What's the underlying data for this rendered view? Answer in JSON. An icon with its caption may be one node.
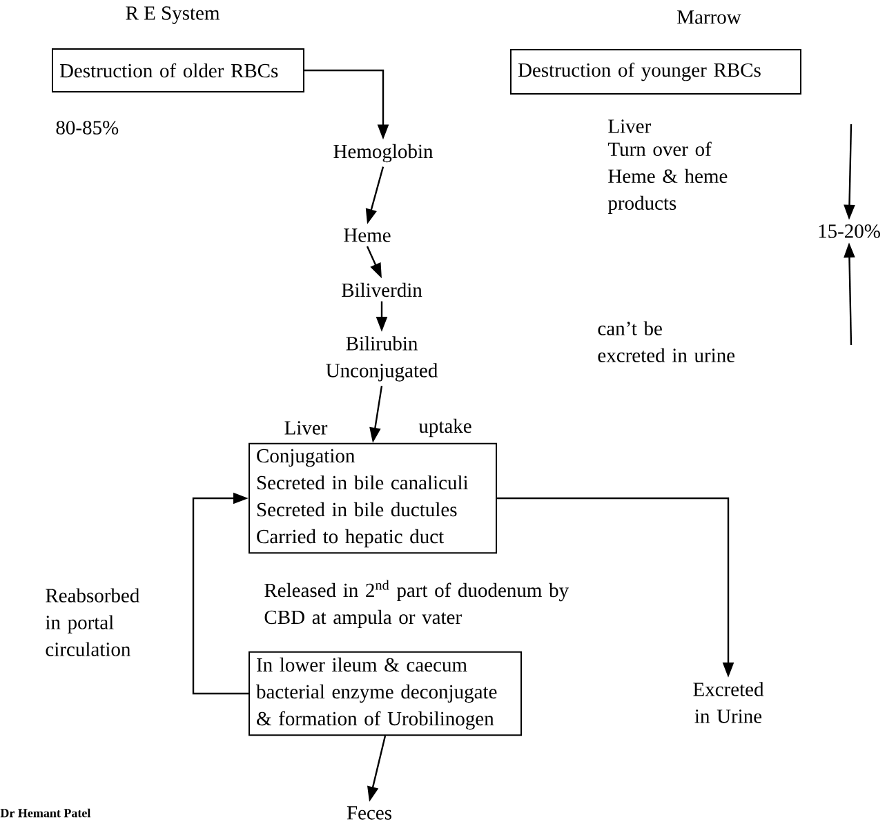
{
  "diagram": {
    "nodes": [
      {
        "text": [
          "R E System",
          "Destruction of older RBCs"
        ]
      },
      {
        "text": [
          "Marrow",
          "Destruction of younger RBCs"
        ]
      },
      {
        "text": [
          "Hemoglobin"
        ]
      },
      {
        "text": [
          "Heme"
        ]
      },
      {
        "text": [
          "Biliverdin"
        ]
      },
      {
        "text": [
          "Bilirubin Unconjugated"
        ]
      },
      {
        "text": [
          "Liver",
          "uptake",
          "Conjugation",
          "Secreted in bile canaliculi",
          "Secreted in bile ductules",
          "Carried to hepatic duct"
        ]
      },
      {
        "text": [
          "In lower ileum & caecum bacterial enzyme deconjugate & formation of Urobilinogen"
        ]
      },
      {
        "text": [
          "Feces"
        ]
      },
      {
        "text": [
          "15-20%"
        ]
      },
      {
        "text": [
          "Excreted in Urine"
        ]
      }
    ],
    "edges": [
      {
        "from": 0,
        "to": 2,
        "arrow": "to"
      },
      {
        "from": 2,
        "to": 3,
        "arrow": "to"
      },
      {
        "from": 3,
        "to": 4,
        "arrow": "to"
      },
      {
        "from": 4,
        "to": 5,
        "arrow": "to"
      },
      {
        "from": 5,
        "to": 6,
        "arrow": "to"
      },
      {
        "from": 7,
        "to": 6,
        "arrow": "to"
      },
      {
        "from": 6,
        "to": 10,
        "arrow": "to"
      },
      {
        "from": null,
        "to": 9,
        "arrow": "to"
      },
      {
        "from": null,
        "to": 9,
        "arrow": "to"
      },
      {
        "from": 7,
        "to": 8,
        "arrow": "to"
      }
    ],
    "labels": [
      "80-85%",
      "Liver",
      "Turn over of Heme & heme products",
      "can’t be excreted in urine",
      "Released in 2$^{nd}$ part of duodenum by CBD at ampula or vater",
      "Reabsorbed in portal circulation",
      "Dr Hemant Patel"
    ]
  }
}
